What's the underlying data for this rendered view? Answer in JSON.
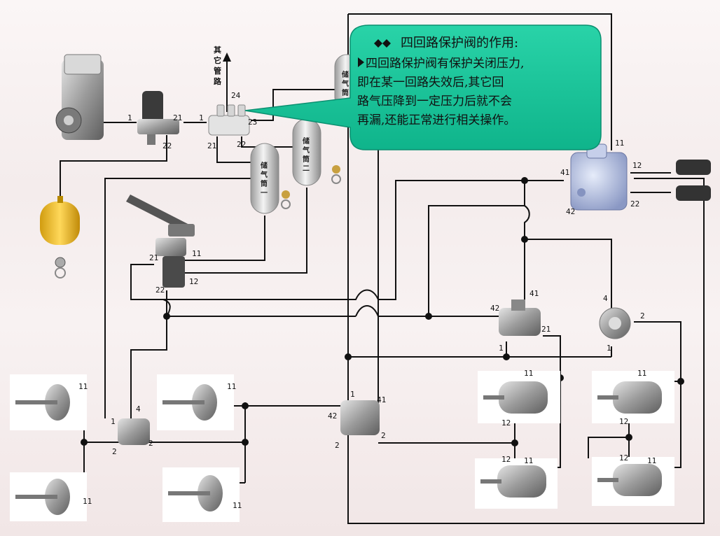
{
  "callout": {
    "title": "四回路保护阀的作用:",
    "lines": [
      "四回路保护阀有保护关闭压力,",
      "即在某一回路失效后,其它回",
      "路气压降到一定压力后就不会",
      "再漏,还能正常进行相关操作。"
    ],
    "fill_color": "#17c59b"
  },
  "arrow_label": [
    "其",
    "它",
    "管",
    "路"
  ],
  "tanks": {
    "tank1": [
      "储",
      "气",
      "筒",
      "一"
    ],
    "tank2": [
      "储",
      "气",
      "筒",
      "二"
    ],
    "tank3": [
      "储",
      "气",
      "筒"
    ]
  },
  "port_labels": {
    "compressor_out": "1",
    "dryer_in": "21",
    "dryer_out": "22",
    "fourway_in": "1",
    "fourway_24": "24",
    "fourway_23": "23",
    "fourway_21": "21",
    "fourway_22": "22",
    "pedal_21": "21",
    "pedal_11": "11",
    "pedal_22": "22",
    "pedal_12": "12",
    "relay_top_11": "11",
    "relay_top_41": "41",
    "relay_top_42": "42",
    "relay_top_12": "12",
    "relay_top_22": "22",
    "hand_41": "41",
    "hand_42": "42",
    "hand_21": "21",
    "hand_1": "1",
    "quick_4": "4",
    "quick_2": "2",
    "quick_1": "1",
    "front_relay_1": "1",
    "front_relay_4": "4",
    "front_relay_2a": "2",
    "front_relay_2b": "2",
    "rear_relay_1": "1",
    "rear_relay_41": "41",
    "rear_relay_42": "42",
    "rear_relay_2a": "2",
    "rear_relay_2b": "2",
    "chamber_fl": "11",
    "chamber_fr": "11",
    "chamber_ml": "11",
    "chamber_mr": "11",
    "spring_a_11": "11",
    "spring_a_12": "12",
    "spring_b_11": "11",
    "spring_b_12": "12",
    "spring_c_11": "11",
    "spring_c_12": "12",
    "spring_d_11": "11",
    "spring_d_12": "12"
  },
  "colors": {
    "line": "#111111",
    "tank": "#cfcfcf",
    "yellow_tank": "#f2c531",
    "component": "#a9a9a9"
  }
}
